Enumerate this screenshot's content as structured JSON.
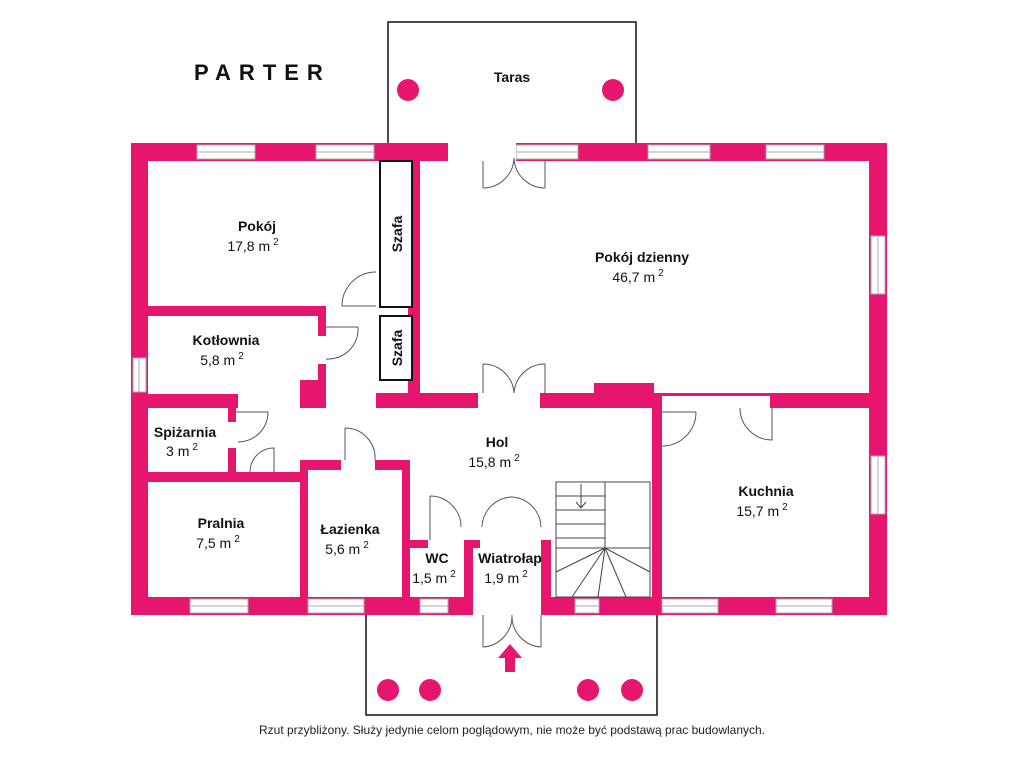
{
  "title": "PARTER",
  "disclaimer": "Rzut przybliżony. Służy jedynie celom poglądowym, nie może być podstawą prac budowlanych.",
  "wall_color": "#E6156E",
  "rooms": {
    "taras": {
      "name": "Taras"
    },
    "pokoj": {
      "name": "Pokój",
      "area": "17,8 m",
      "sup": "2"
    },
    "pokoj_dzienny": {
      "name": "Pokój dzienny",
      "area": "46,7 m",
      "sup": "2"
    },
    "kotlownia": {
      "name": "Kotłownia",
      "area": "5,8 m",
      "sup": "2"
    },
    "spizarnia": {
      "name": "Spiżarnia",
      "area": "3 m",
      "sup": "2"
    },
    "hol": {
      "name": "Hol",
      "area": "15,8 m",
      "sup": "2"
    },
    "kuchnia": {
      "name": "Kuchnia",
      "area": "15,7 m",
      "sup": "2"
    },
    "pralnia": {
      "name": "Pralnia",
      "area": "7,5 m",
      "sup": "2"
    },
    "lazienka": {
      "name": "Łazienka",
      "area": "5,6 m",
      "sup": "2"
    },
    "wc": {
      "name": "WC",
      "area": "1,5 m",
      "sup": "2"
    },
    "wiatrolap": {
      "name": "Wiatrołap",
      "area": "1,9 m",
      "sup": "2"
    },
    "szafa1": {
      "name": "Szafa"
    },
    "szafa2": {
      "name": "Szafa"
    }
  }
}
